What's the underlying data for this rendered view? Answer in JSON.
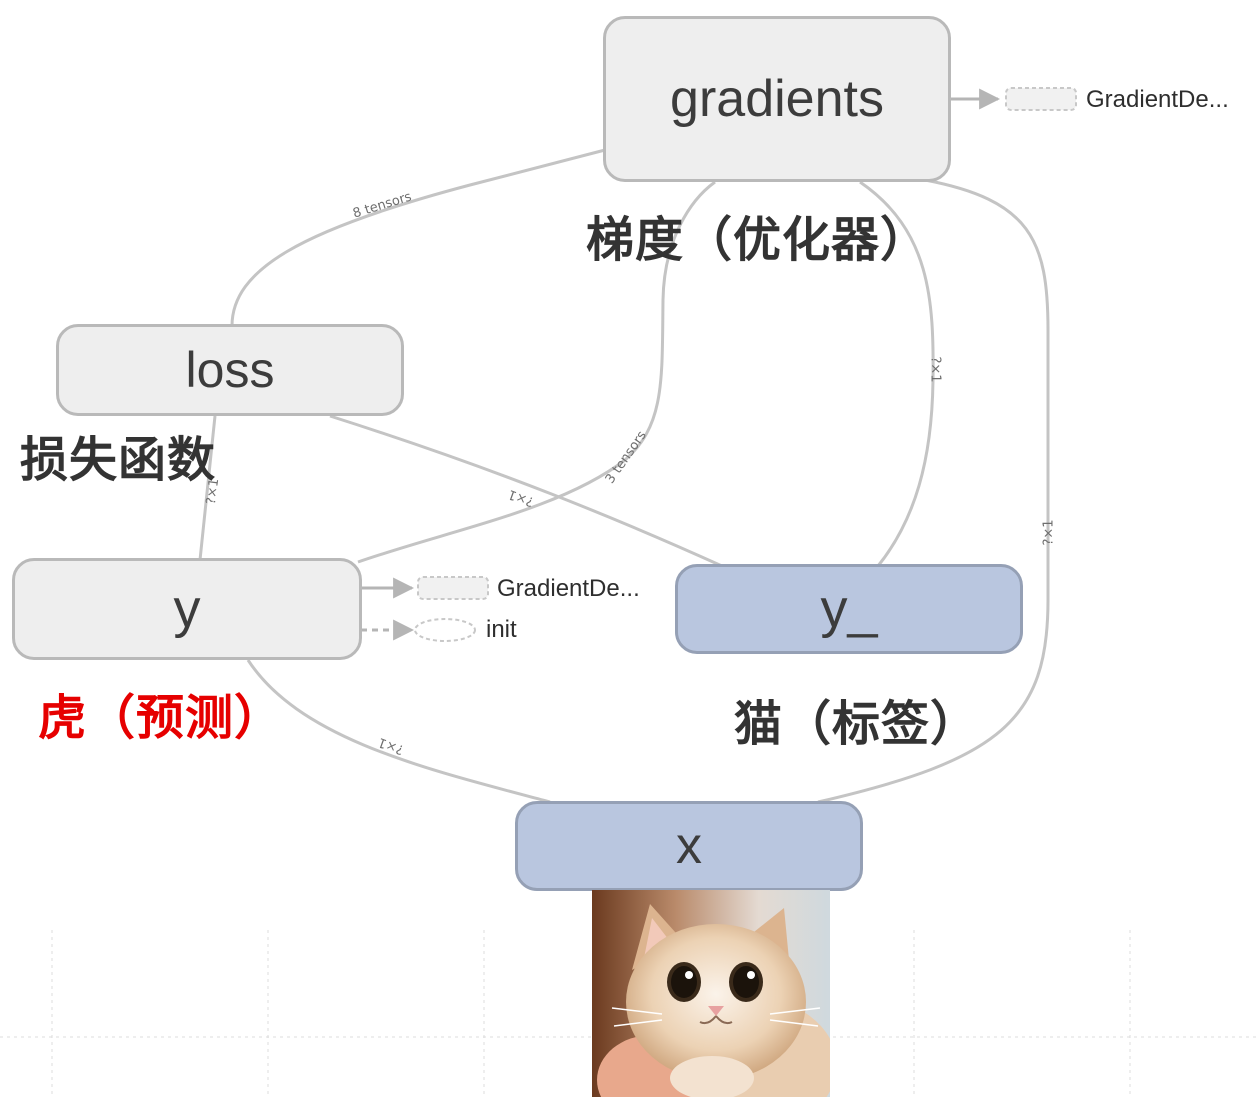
{
  "nodes": {
    "gradients": "gradients",
    "loss": "loss",
    "y": "y",
    "y_": "y_",
    "x": "x"
  },
  "edge_labels": {
    "gradients_loss": "8 tensors",
    "y_gradients": "3 tensors",
    "y__gradients": "?×1",
    "x_gradients": "?×1",
    "y_loss": "?×1",
    "loss_y_": "?×1",
    "y_x": "?×1"
  },
  "aux": {
    "gradients_out": "GradientDe...",
    "y_gradient": "GradientDe...",
    "y_init": "init"
  },
  "annotations": {
    "gradients": "梯度（优化器）",
    "loss": "损失函数",
    "y": "虎（预测）",
    "y_": "猫（标签）"
  },
  "colors": {
    "node_gray": "#eeeeee",
    "node_blue": "#b9c6df",
    "annotation_red": "#e60000",
    "annotation_dark": "#333333"
  },
  "image": {
    "subject": "cat-photo"
  }
}
